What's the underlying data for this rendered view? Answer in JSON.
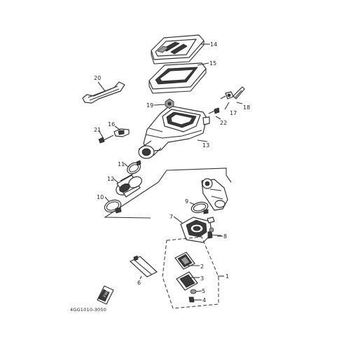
{
  "diagram": {
    "part_numbers": [
      "1",
      "2",
      "3",
      "4",
      "5",
      "6",
      "7",
      "8",
      "9",
      "10",
      "11",
      "12",
      "13",
      "14",
      "15",
      "16",
      "17",
      "18",
      "19",
      "20",
      "21",
      "22"
    ],
    "drawing_code": "4GG1010-3050",
    "front_marker": "FWD"
  },
  "colors": {
    "ink": "#333333",
    "dark_fill": "#3a3a3a",
    "mid_fill": "#9a9a9a",
    "background": "#ffffff"
  }
}
